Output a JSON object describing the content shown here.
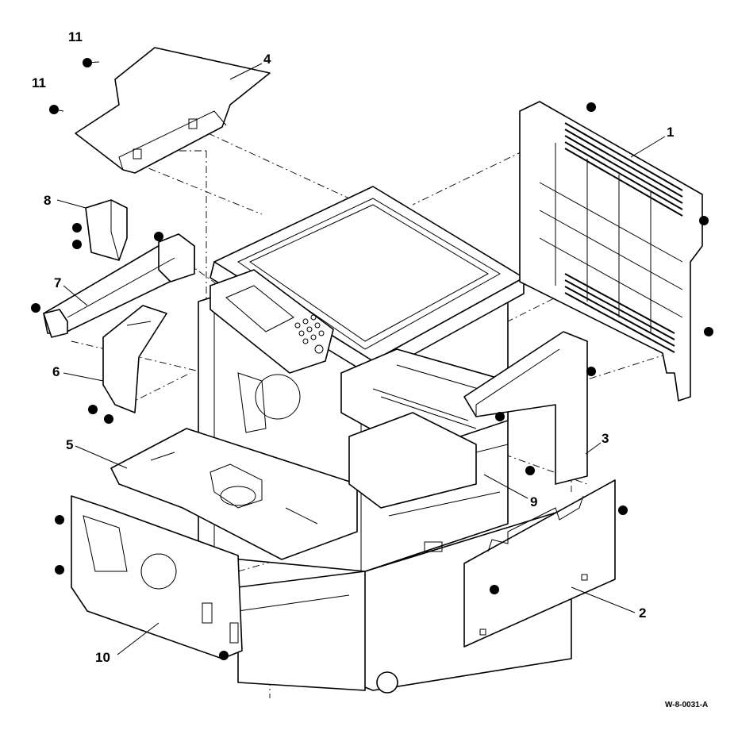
{
  "callouts": {
    "c1": "1",
    "c2": "2",
    "c3": "3",
    "c4": "4",
    "c5": "5",
    "c6": "6",
    "c7": "7",
    "c8": "8",
    "c9": "9",
    "c10": "10",
    "c11a": "11",
    "c11b": "11"
  },
  "figure_id": "W-8-0031-A"
}
